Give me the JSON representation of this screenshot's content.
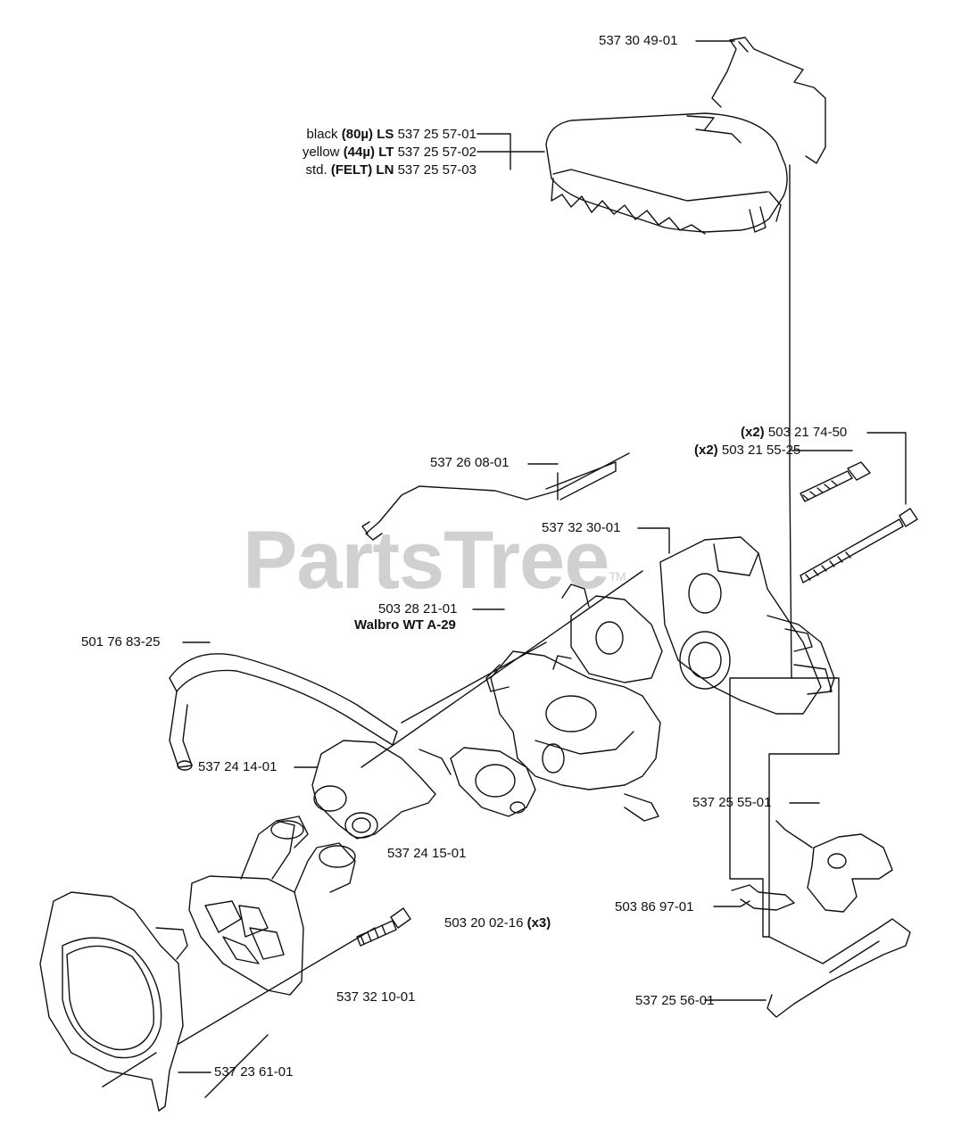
{
  "watermark": {
    "text": "PartsTree",
    "tm": "TM"
  },
  "labels": {
    "wire_clip": "537 30 49-01",
    "filter_black_color": "black",
    "filter_black_micron": "(80µ)",
    "filter_black_code": "LS",
    "filter_black_part": "537 25 57-01",
    "filter_yellow_color": "yellow",
    "filter_yellow_micron": "(44µ)",
    "filter_yellow_code": "LT",
    "filter_yellow_part": "537 25 57-02",
    "filter_std_color": "std.",
    "filter_std_micron": "(FELT)",
    "filter_std_code": "LN",
    "filter_std_part": "537 25 57-03",
    "bolt_long_qty": "(x2)",
    "bolt_long_part": "503 21 74-50",
    "bolt_short_qty": "(x2)",
    "bolt_short_part": "503 21 55-25",
    "throttle_rod": "537 26 08-01",
    "carb_holder": "537 32 30-01",
    "carburetor_part": "503 28 21-01",
    "carburetor_model": "Walbro WT A-29",
    "fuel_hose": "501 76 83-25",
    "intake_elbow": "537 24 14-01",
    "intake_adapter": "537 24 15-01",
    "choke_lever": "537 25 55-01",
    "spring_clip": "503 86 97-01",
    "screw_part": "503 20 02-16",
    "screw_qty": "(x3)",
    "throttle_trigger": "537 25 56-01",
    "intake_manifold": "537 32 10-01",
    "carb_gasket_plate": "537 23 61-01"
  }
}
